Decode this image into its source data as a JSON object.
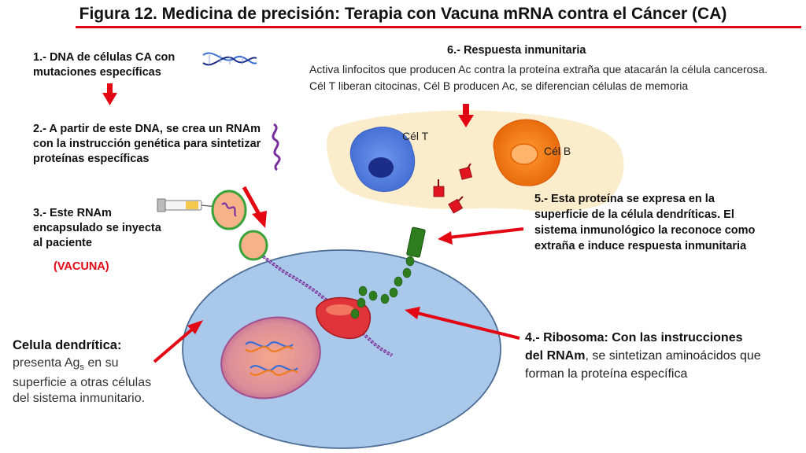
{
  "title": "Figura 12. Medicina de precisión: Terapia con Vacuna mRNA contra el Cáncer (CA)",
  "steps": {
    "step1": "1.- DNA de células CA  con mutaciones específicas",
    "step2": "2.- A partir de este DNA, se crea un RNAm con la instrucción genética para sintetizar proteínas específicas",
    "step3": "3.- Este RNAm encapsulado se inyecta al paciente",
    "vacuna": "(VACUNA)",
    "step4_bold": "4.- Ribosoma: Con las instrucciones del RNAm",
    "step4_rest": ", se sintetizan aminoácidos que forman la proteína específica",
    "step5": "5.- Esta proteína se expresa en la superficie de la célula dendríticas. El sistema inmunológico la reconoce como extraña e induce respuesta inmunitaria",
    "step6_head": "6.- Respuesta inmunitaria",
    "step6_body": "Activa linfocitos que producen Ac contra la proteína extraña que atacarán la célula cancerosa. Cél T liberan citocinas, Cél B producen Ac, se diferencian células de memoria"
  },
  "dendritic": {
    "head": "Celula dendrítica:",
    "body_pre": "presenta Ag",
    "body_sub": "s",
    "body_post": " en su superficie a otras células del sistema inmunitario."
  },
  "cells": {
    "t_label": "Cél T",
    "b_label": "Cél B"
  },
  "colors": {
    "accent_red": "#e30613",
    "cell_blue": "#a9c8ea",
    "response_area": "#fbedcb",
    "t_cell": "#4f7fe0",
    "b_cell": "#f2780f",
    "protein_green": "#2e7d1e",
    "rna_purple": "#7a2f9e"
  }
}
